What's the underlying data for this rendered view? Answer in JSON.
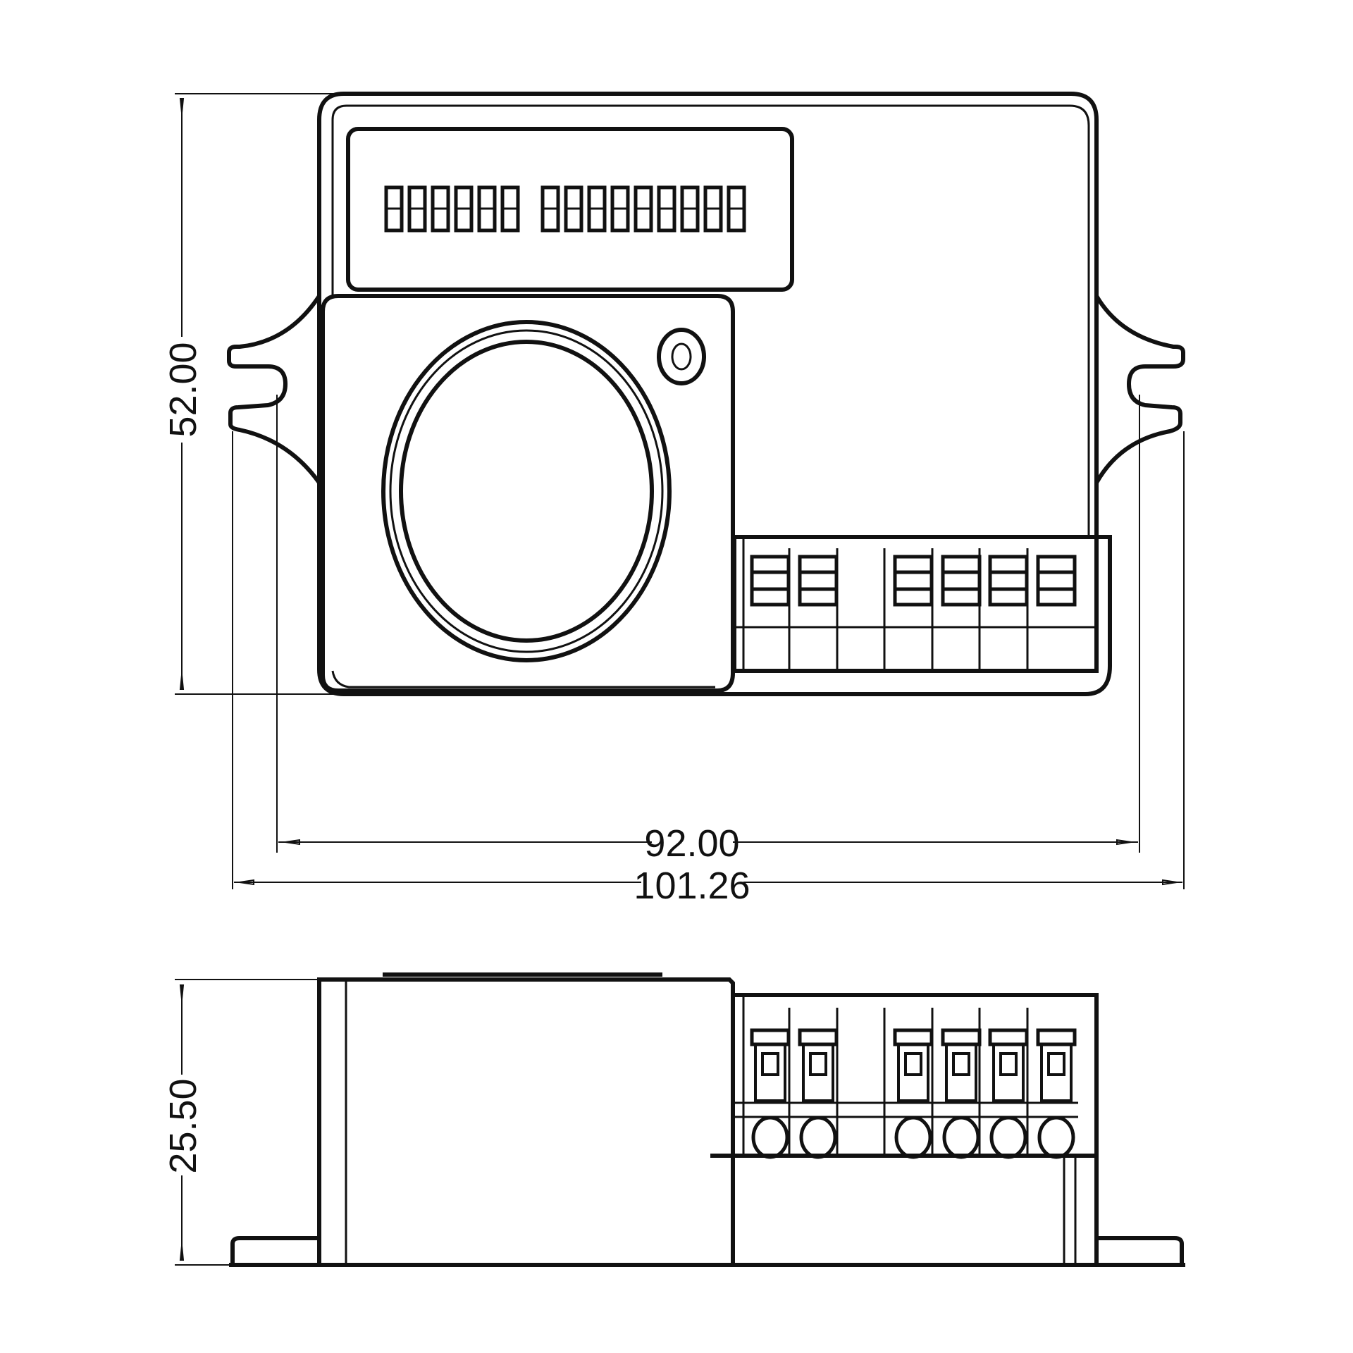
{
  "dimensions": {
    "top_height": "52.00",
    "hole_spacing": "92.00",
    "overall_width": "101.26",
    "side_height": "25.50"
  }
}
